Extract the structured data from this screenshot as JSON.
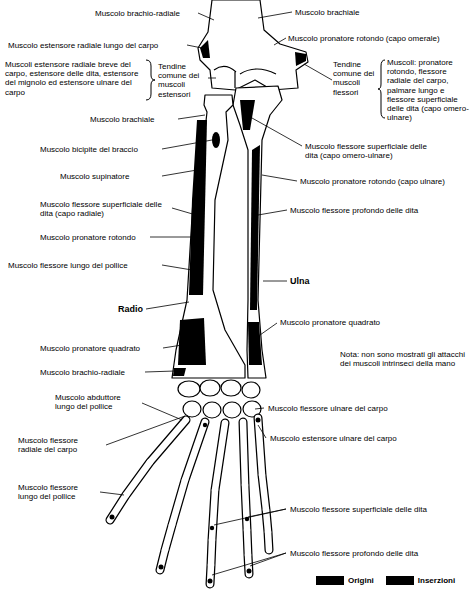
{
  "diagram": {
    "labels": [
      "Muscolo brachio-radiale",
      "Muscolo brachiale",
      "Muscolo estensore radiale lungo del carpo",
      "Muscolo pronatore rotondo (capo omerale)",
      "Muscoli estensore radiale breve del carpo, estensore delle dita, estensore del mignolo ed estensore ulnare del carpo",
      "Tendine comune dei muscoli estensori",
      "Tendine comune dei muscoli flessori",
      "Muscoli: pronatore rotondo, flessore radiale del carpo, palmare lungo e flessore superficiale delle dita (capo omero-ulnare)",
      "Muscolo brachiale",
      "Muscolo flessore superficiale delle dita (capo omero-ulnare)",
      "Muscolo bicipite del braccio",
      "Muscolo supinatore",
      "Muscolo pronatore rotondo (capo ulnare)",
      "Muscolo flessore superficiale delle dita (capo radiale)",
      "Muscolo flessore profondo delle dita",
      "Muscolo pronatore rotondo",
      "Muscolo flessore lungo del pollice",
      "Ulna",
      "Radio",
      "Muscolo pronatore quadrato",
      "Muscolo pronatore quadrato",
      "Nota: non sono mostrati gli attacchi dei muscoli intrinseci della mano",
      "Muscolo brachio-radiale",
      "Muscolo abduttore lungo del pollice",
      "Muscolo flessore ulnare del carpo",
      "Muscolo flessore radiale del carpo",
      "Muscolo estensore ulnare del carpo",
      "Muscolo flessore lungo del pollice",
      "Muscolo flessore superficiale delle dita",
      "Muscolo flessore profondo delle dita"
    ],
    "legend": [
      {
        "text": "Origini",
        "color": "#000000"
      },
      {
        "text": "Inserzioni",
        "color": "#000000"
      }
    ]
  }
}
